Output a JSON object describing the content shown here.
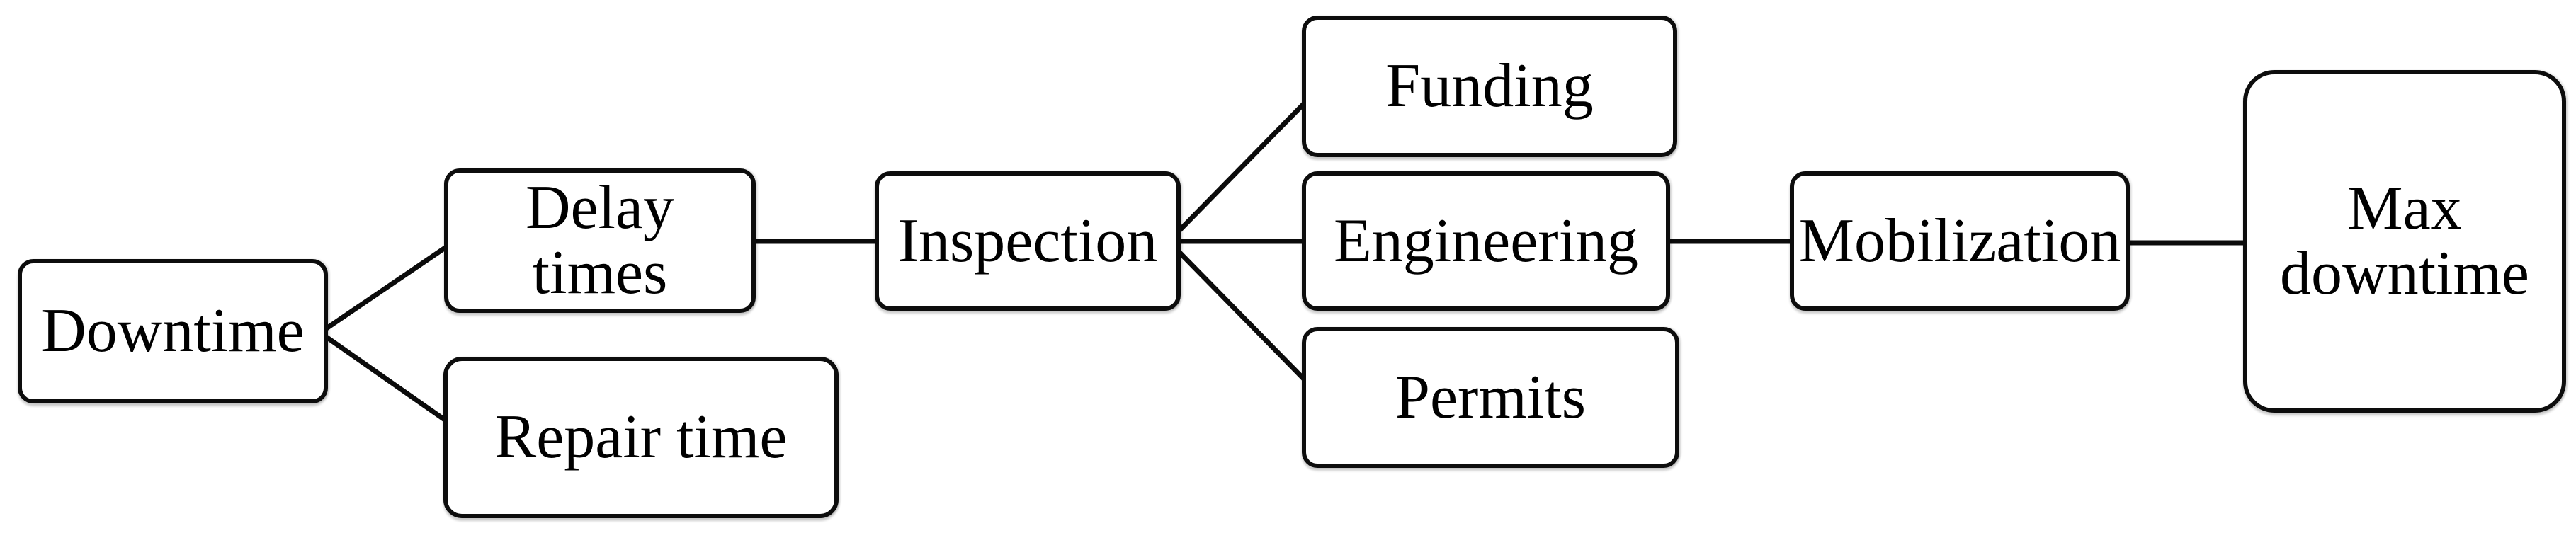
{
  "diagram": {
    "background_color": "#ffffff",
    "box_fill_color": "#ffffff",
    "box_border_color": "#0d0d0d",
    "line_color": "#0b0b0b",
    "nodes": [
      {
        "id": "downtime",
        "label": "Downtime"
      },
      {
        "id": "delay-times",
        "label": "Delay\ntimes"
      },
      {
        "id": "repair-time",
        "label": "Repair time"
      },
      {
        "id": "inspection",
        "label": "Inspection"
      },
      {
        "id": "funding",
        "label": "Funding"
      },
      {
        "id": "engineering",
        "label": "Engineering"
      },
      {
        "id": "permits",
        "label": "Permits"
      },
      {
        "id": "mobilization",
        "label": "Mobilization"
      },
      {
        "id": "max-downtime",
        "label": "Max\ndowntime"
      }
    ],
    "edges": [
      {
        "from": "downtime",
        "to": "delay-times"
      },
      {
        "from": "downtime",
        "to": "repair-time"
      },
      {
        "from": "delay-times",
        "to": "inspection"
      },
      {
        "from": "inspection",
        "to": "funding"
      },
      {
        "from": "inspection",
        "to": "engineering"
      },
      {
        "from": "inspection",
        "to": "permits"
      },
      {
        "from": "engineering",
        "to": "mobilization"
      },
      {
        "from": "mobilization",
        "to": "max-downtime"
      }
    ]
  }
}
